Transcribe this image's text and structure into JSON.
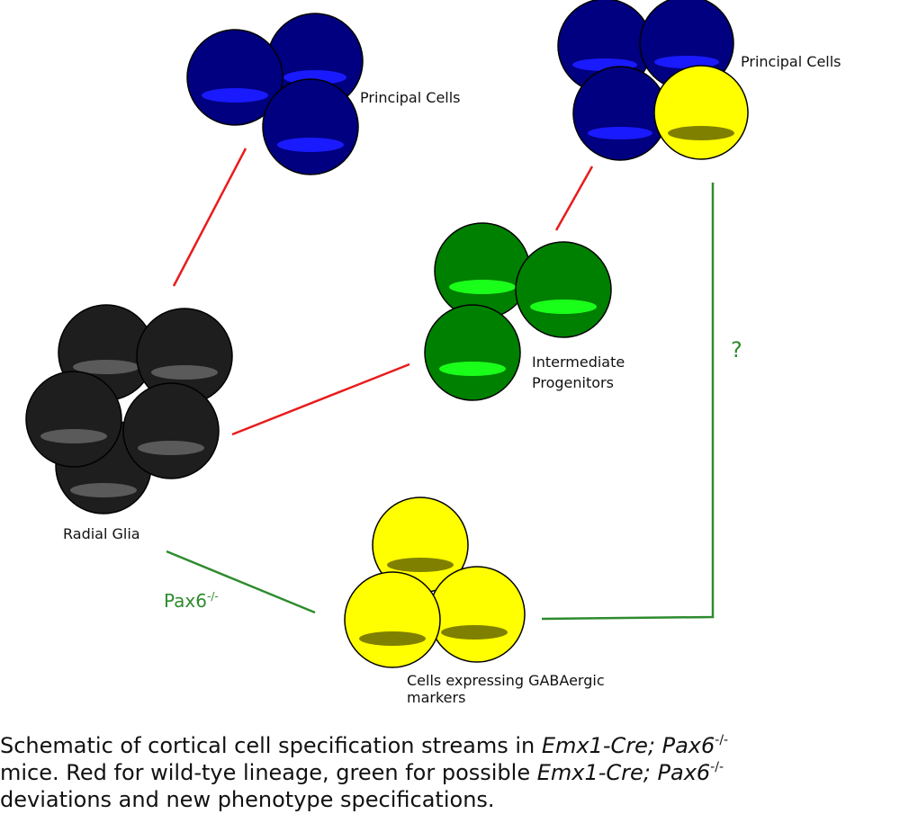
{
  "labels": {
    "principal_cells_left": "Principal Cells",
    "principal_cells_right": "Principal Cells",
    "intermediate_line1": "Intermediate",
    "intermediate_line2": "Progenitors",
    "radial_glia": "Radial Glia",
    "gaba_line1": "Cells expressing GABAergic",
    "gaba_line2": "markers",
    "pax6_base": "Pax6",
    "pax6_sup": "-/-",
    "question": "?"
  },
  "caption": {
    "line1_a": "Schematic of cortical cell specification streams in ",
    "line1_italic": "Emx1-Cre; Pax6",
    "line1_sup": "-/-",
    "line2_a": "mice. Red for wild-tye lineage, green for possible ",
    "line2_italic": "Emx1-Cre; Pax6",
    "line2_sup": "-/-",
    "line3": "deviations and new phenotype specifications."
  },
  "colors": {
    "principal": "#000080",
    "principal_nucleus": "#1a1aff",
    "intermediate": "#008000",
    "intermediate_nucleus": "#1aff1a",
    "radial_glia": "#1e1e1e",
    "radial_nucleus": "#5a5a5a",
    "gaba": "#ffff00",
    "gaba_nucleus": "#808000",
    "wild_type_line": "#e81c1c",
    "deviation_line": "#2e8b2e"
  }
}
